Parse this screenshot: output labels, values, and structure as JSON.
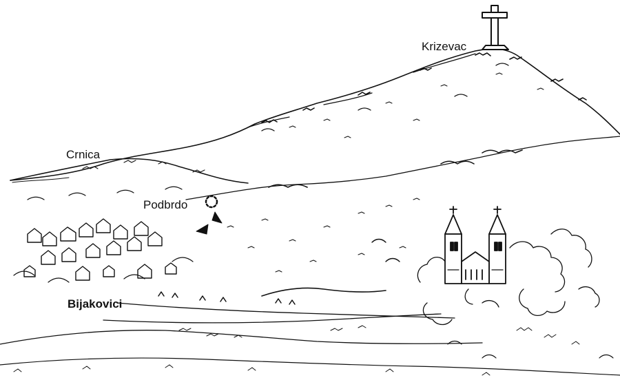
{
  "labels": {
    "krizevac": "Krizevac",
    "crnica": "Crnica",
    "podbrdo": "Podbrdo",
    "bijakovici": "Bijakovici"
  },
  "colors": {
    "ink": "#111111",
    "paper": "#ffffff"
  },
  "icons": [
    "cross-icon",
    "apparition-site-marker-icon",
    "church-icon",
    "village-houses-icon"
  ]
}
